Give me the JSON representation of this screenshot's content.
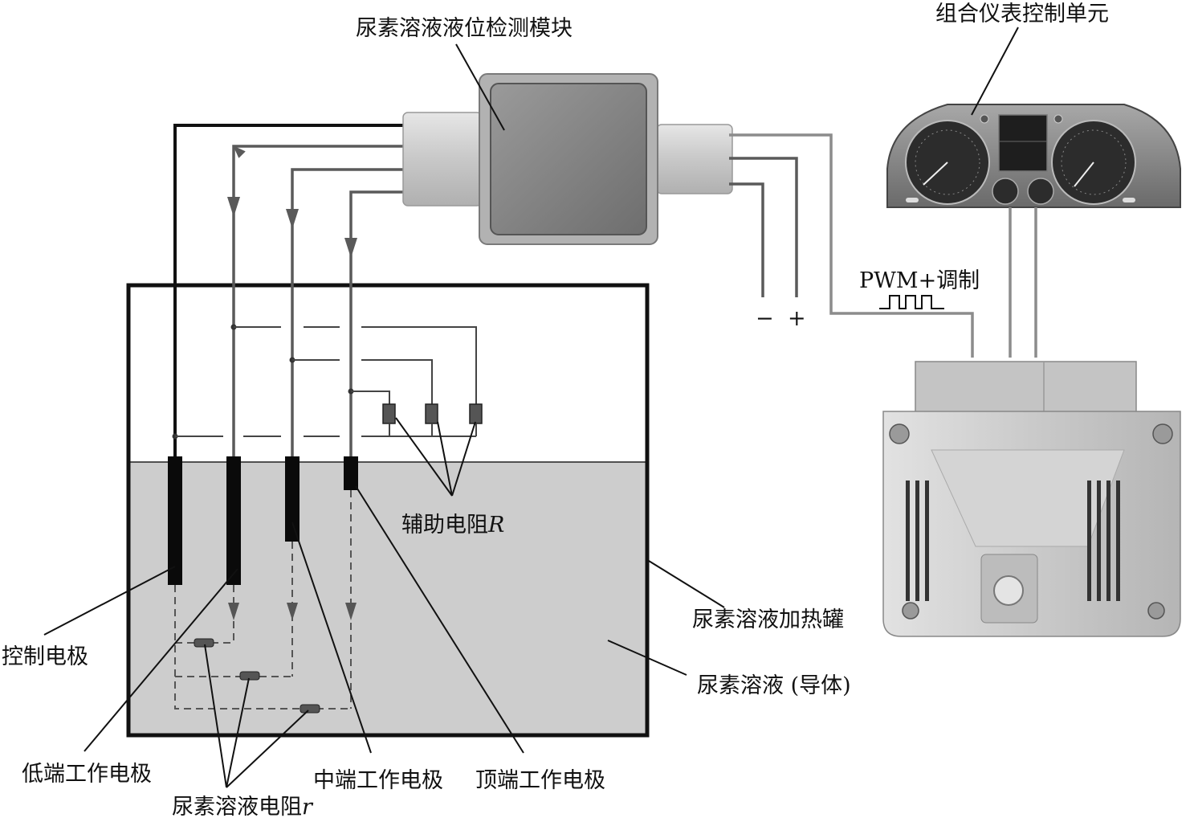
{
  "labels": {
    "module": "尿素溶液液位检测模块",
    "cluster": "组合仪表控制单元",
    "pwm": "PWM+调制",
    "minus": "−",
    "plus": "+",
    "aux_resistor": "辅助电阻",
    "aux_resistor_symbol": "R",
    "tank": "尿素溶液加热罐",
    "solution": "尿素溶液 (导体)",
    "control_electrode": "控制电极",
    "low_electrode": "低端工作电极",
    "solution_resistor": "尿素溶液电阻",
    "solution_resistor_symbol": "r",
    "mid_electrode": "中端工作电极",
    "top_electrode": "顶端工作电极"
  },
  "colors": {
    "liquid": "#cdcdcd",
    "electrode": "#0a0a0a",
    "module_body": "#8a8a8a",
    "ecu_body": "#cfcfcf"
  }
}
